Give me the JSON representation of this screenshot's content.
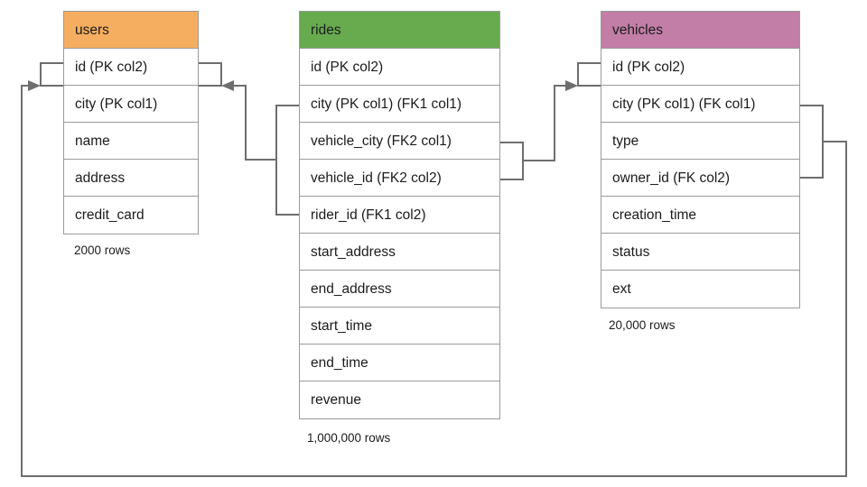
{
  "diagram": {
    "title": "ride-sharing schema ER diagram",
    "background": "#ffffff",
    "line_color": "#6e6e6e",
    "border_color": "#9a9a9a"
  },
  "tables": [
    {
      "id": "users",
      "name": "users",
      "header_color": "#F5AE60",
      "row_count_label": "2000 rows",
      "columns": [
        "id (PK col2)",
        "city (PK col1)",
        "name",
        "address",
        "credit_card"
      ]
    },
    {
      "id": "rides",
      "name": "rides",
      "header_color": "#68AB4F",
      "row_count_label": "1,000,000 rows",
      "columns": [
        "id (PK col2)",
        "city (PK col1) (FK1 col1)",
        "vehicle_city (FK2 col1)",
        "vehicle_id (FK2 col2)",
        "rider_id (FK1 col2)",
        "start_address",
        "end_address",
        "start_time",
        "end_time",
        "revenue"
      ]
    },
    {
      "id": "vehicles",
      "name": "vehicles",
      "header_color": "#C27EA6",
      "row_count_label": "20,000 rows",
      "columns": [
        "id (PK col2)",
        "city (PK col1) (FK col1)",
        "type",
        "owner_id (FK col2)",
        "creation_time",
        "status",
        "ext"
      ]
    }
  ],
  "relationships": [
    {
      "name": "rides-fk1-to-users",
      "from_table": "rides",
      "from_columns": [
        "city (PK col1) (FK1 col1)",
        "rider_id (FK1 col2)"
      ],
      "to_table": "users",
      "to_columns": [
        "id (PK col2)",
        "city (PK col1)"
      ],
      "arrow": "to-users"
    },
    {
      "name": "rides-fk2-to-vehicles",
      "from_table": "rides",
      "from_columns": [
        "vehicle_city (FK2 col1)",
        "vehicle_id (FK2 col2)"
      ],
      "to_table": "vehicles",
      "to_columns": [
        "id (PK col2)",
        "city (PK col1) (FK col1)"
      ],
      "arrow": "to-vehicles"
    },
    {
      "name": "vehicles-fk-to-users",
      "from_table": "vehicles",
      "from_columns": [
        "city (PK col1) (FK col1)",
        "owner_id (FK col2)"
      ],
      "to_table": "users",
      "to_columns": [
        "id (PK col2)",
        "city (PK col1)"
      ],
      "arrow": "to-users"
    }
  ]
}
